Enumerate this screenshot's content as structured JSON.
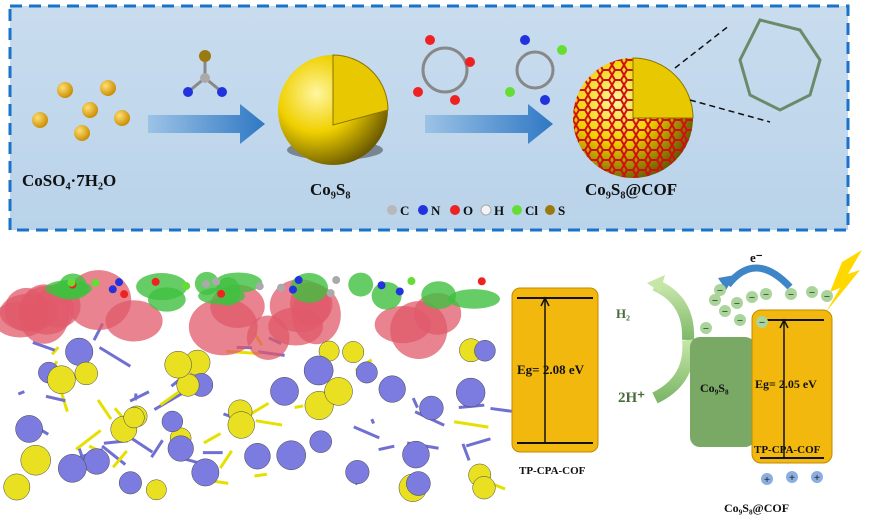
{
  "synthesis": {
    "precursor": "CoSO₄·7H₂O",
    "core": "Co₉S₈",
    "product": "Co₉S₈@COF",
    "legend": [
      {
        "symbol": "C",
        "color": "#b8b8b8"
      },
      {
        "symbol": "N",
        "color": "#2233dd"
      },
      {
        "symbol": "O",
        "color": "#ee2222"
      },
      {
        "symbol": "H",
        "color": "#f4f4f4"
      },
      {
        "symbol": "Cl",
        "color": "#66dd33"
      },
      {
        "symbol": "S",
        "color": "#9a7a10"
      }
    ]
  },
  "band_cof": {
    "eg": "Eg= 2.08 eV",
    "label": "TP-CPA-COF"
  },
  "mechanism": {
    "electron": "e⁻",
    "h2": "H₂",
    "proton": "2H⁺",
    "co9s8": "Co₉S₈",
    "eg": "Eg= 2.05 eV",
    "cof": "TP-CPA-COF",
    "hole": "+",
    "electron_sign": "−",
    "title": "Co₉S₈@COF"
  },
  "colors": {
    "band": "#f2b80e",
    "co9s8": "#7aa966",
    "frame": "#1a73c8",
    "arrow": "#3f86c8"
  }
}
